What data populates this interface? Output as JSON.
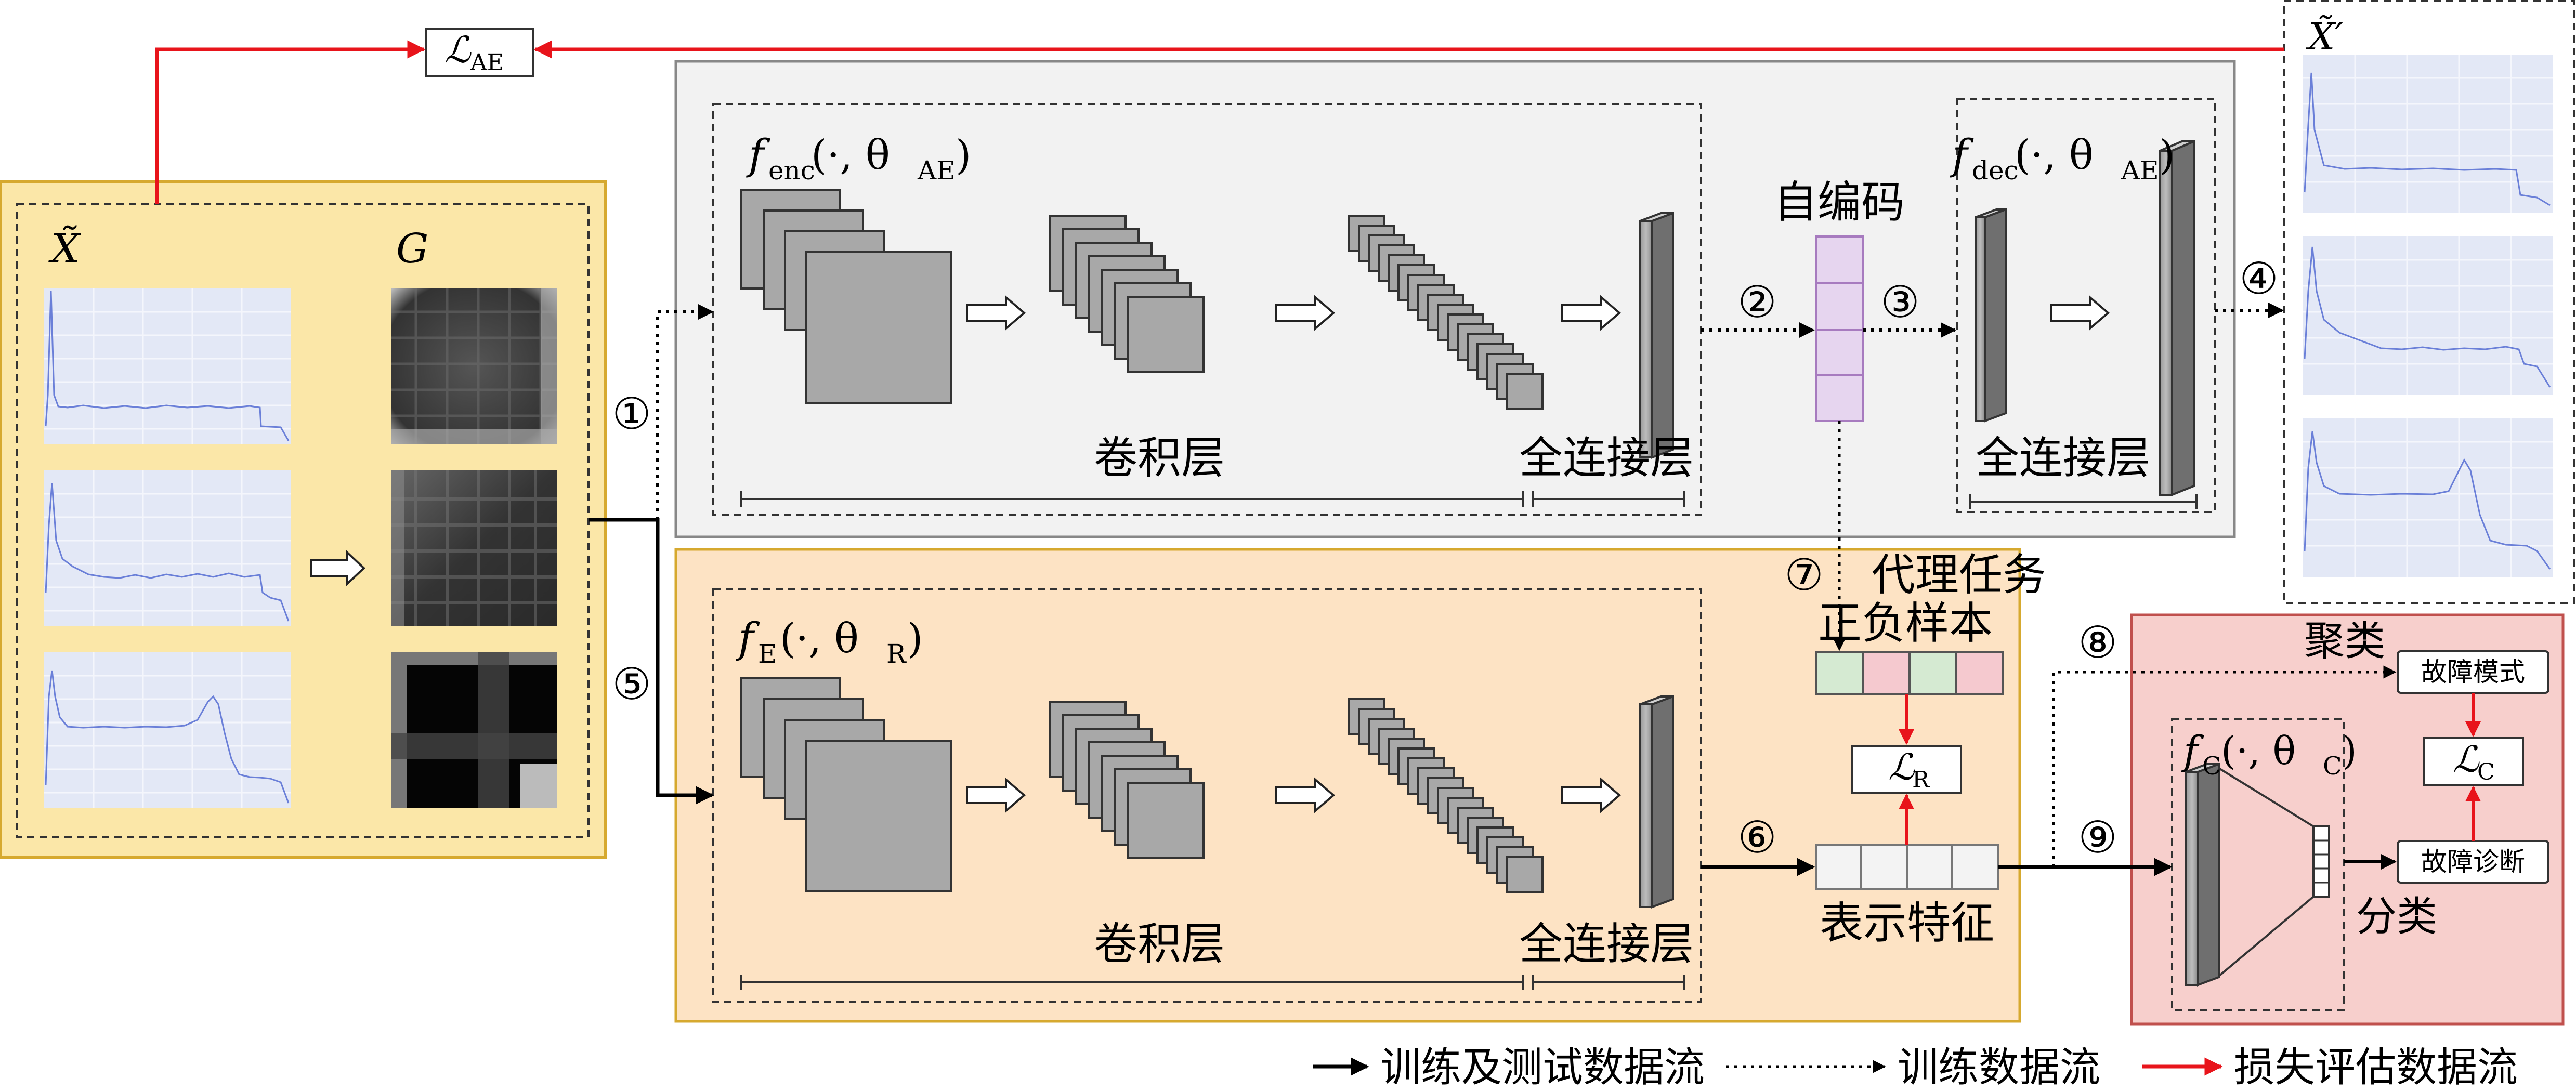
{
  "labels": {
    "loss_ae": "ℒ",
    "loss_ae_sub": "AE",
    "x_tilde": "X̃",
    "x_tilde_prime": "X̃′",
    "gram": "G",
    "f_enc": "f",
    "f_enc_sub": "enc",
    "f_enc_args": "(·, θ",
    "f_enc_args_sub": "AE",
    "f_enc_close": ")",
    "f_dec": "f",
    "f_dec_sub": "dec",
    "f_dec_args": "(·, θ",
    "f_dec_args_sub": "AE",
    "f_dec_close": ")",
    "f_e": "f",
    "f_e_sub": "E",
    "f_e_args": "(·, θ",
    "f_e_args_sub": "R",
    "f_e_close": ")",
    "f_c": "f",
    "f_c_sub": "C",
    "f_c_args": "(·, θ",
    "f_c_args_sub": "C",
    "f_c_close": ")",
    "conv_top": "卷积层",
    "fc_top": "全连接层",
    "conv_bottom": "卷积层",
    "fc_bottom": "全连接层",
    "fc_dec": "全连接层",
    "autoencoder_code": "自编码",
    "proxy_task": "代理任务",
    "pos_neg_samples": "正负样本",
    "loss_r": "ℒ",
    "loss_r_sub": "R",
    "representation": "表示特征",
    "clustering": "聚类",
    "fault_mode": "故障模式",
    "loss_c": "ℒ",
    "loss_c_sub": "C",
    "fault_diagnosis": "故障诊断",
    "classification": "分类"
  },
  "steps": [
    "①",
    "②",
    "③",
    "④",
    "⑤",
    "⑥",
    "⑦",
    "⑧",
    "⑨"
  ],
  "legend": [
    {
      "style": "solid",
      "text": "训练及测试数据流"
    },
    {
      "style": "dotted",
      "text": "训练数据流"
    },
    {
      "style": "red",
      "text": "损失评估数据流"
    }
  ],
  "colors": {
    "input_panel": "#fbe7a8",
    "encoder_panel": "#f2f2f2",
    "representation_panel": "#fde3c4",
    "cluster_panel": "#f7cfcc",
    "signal_bg": "#e3e8f6",
    "signal_line": "#6a7fd8",
    "code_cell": "#e6d5ef",
    "pos_cell": "#d5ead2",
    "neg_cell": "#f5c9cf",
    "loss_arrow": "#e8141b"
  }
}
